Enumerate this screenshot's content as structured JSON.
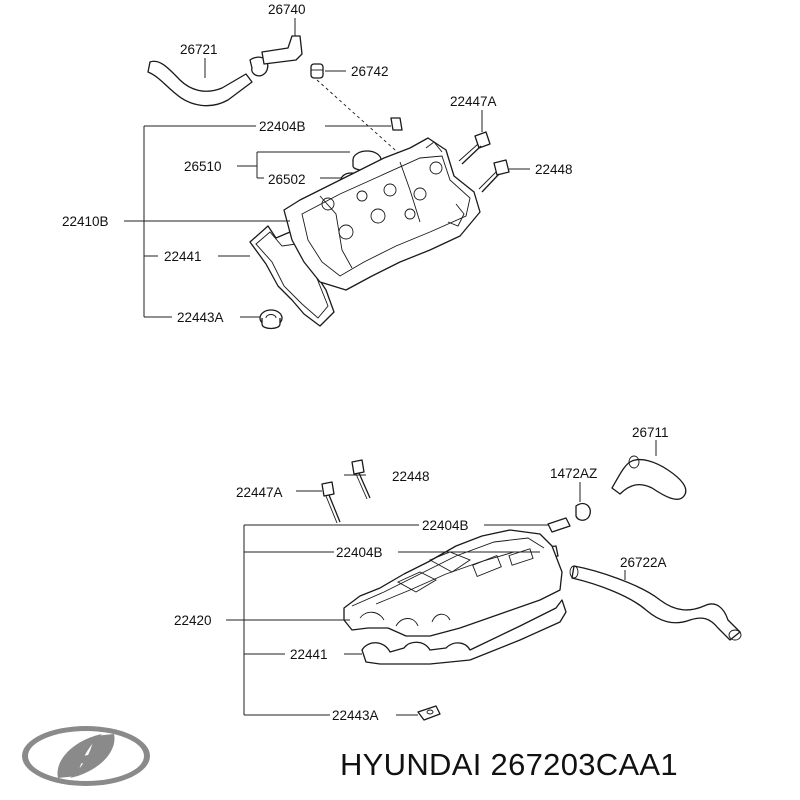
{
  "diagram": {
    "upper": {
      "labels": {
        "p26740": "26740",
        "p26721": "26721",
        "p26742": "26742",
        "p22447A": "22447A",
        "p22404B": "22404B",
        "p26510": "26510",
        "p26502": "26502",
        "p22448": "22448",
        "p22410B": "22410B",
        "p22441": "22441",
        "p22443A": "22443A"
      }
    },
    "lower": {
      "labels": {
        "p26711": "26711",
        "p22448": "22448",
        "p1472AZ": "1472AZ",
        "p22447A": "22447A",
        "p22404B_a": "22404B",
        "p22404B_b": "22404B",
        "p26722A": "26722A",
        "p22420": "22420",
        "p22441": "22441",
        "p22443A": "22443A"
      }
    }
  },
  "footer": {
    "brand_logo": "hyundai-logo",
    "caption": "HYUNDAI 267203CAA1"
  }
}
